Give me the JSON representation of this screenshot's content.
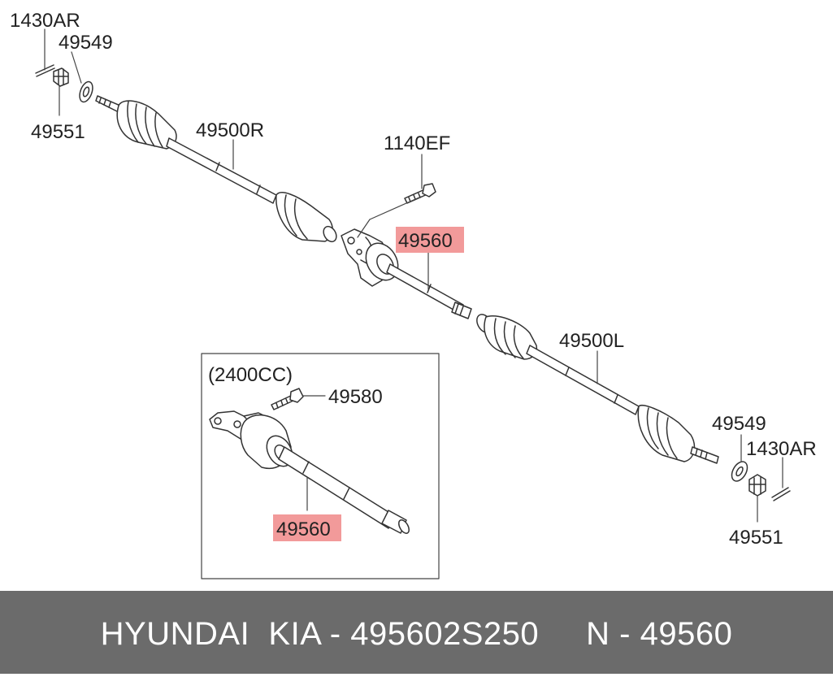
{
  "labels": {
    "top_pin": "1430AR",
    "top_washer": "49549",
    "top_nut": "49551",
    "right_shaft": "49500R",
    "bolt": "1140EF",
    "center_shaft": "49560",
    "left_shaft": "49500L",
    "bottom_washer": "49549",
    "bottom_pin": "1430AR",
    "bottom_nut": "49551"
  },
  "inset": {
    "title": "(2400CC)",
    "bolt": "49580",
    "shaft": "49560"
  },
  "footer": {
    "text": "HYUNDAI  KIA - 495602S250     N - 49560"
  },
  "colors": {
    "highlight": "#f29a9a",
    "footer_bg": "#6b6b6b",
    "footer_text": "#ffffff",
    "line": "#333333"
  }
}
